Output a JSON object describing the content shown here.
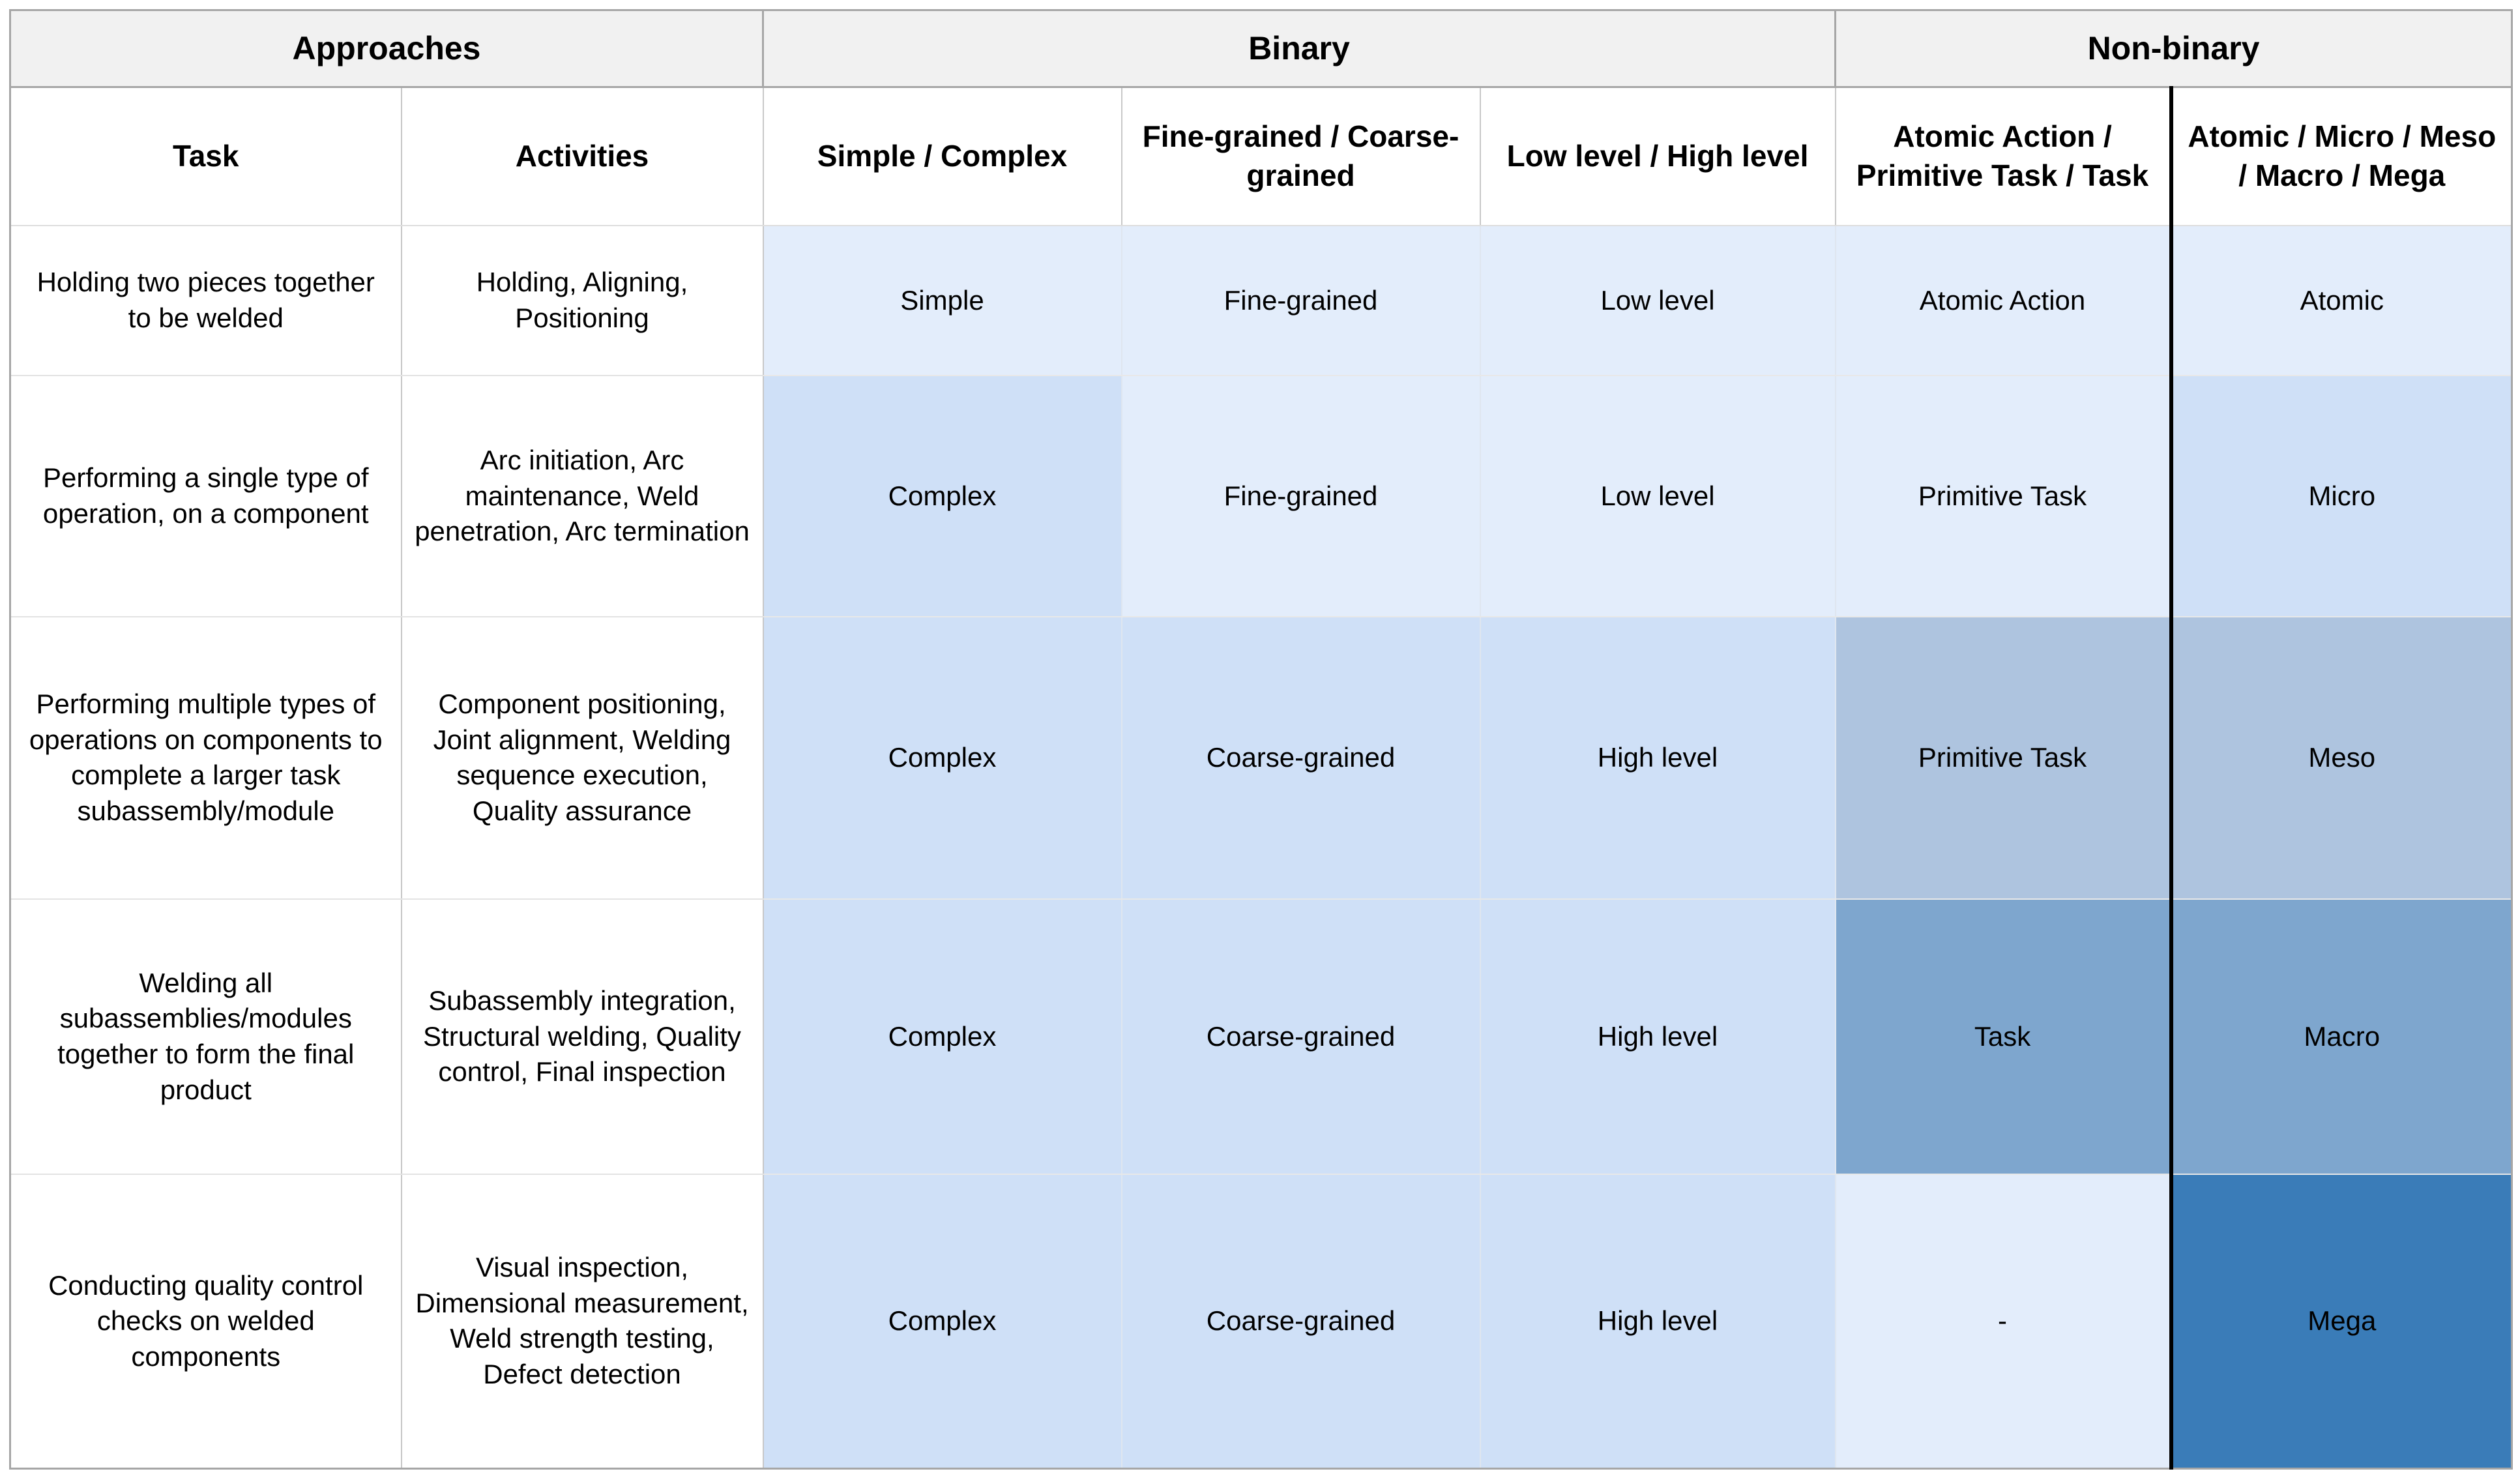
{
  "table": {
    "group_headers": [
      {
        "label": "Approaches",
        "span": 2
      },
      {
        "label": "Binary",
        "span": 3
      },
      {
        "label": "Non-binary",
        "span": 2
      }
    ],
    "columns": [
      "Task",
      "Activities",
      "Simple / Complex",
      "Fine-grained / Coarse-grained",
      "Low level / High level",
      "Atomic Action  / Primitive Task / Task",
      "Atomic / Micro / Meso / Macro / Mega"
    ],
    "rows": [
      {
        "task": "Holding two pieces together to be welded",
        "activities": "Holding, Aligning, Positioning",
        "simple_complex": "Simple",
        "grain": "Fine-grained",
        "level": "Low level",
        "atomic_primitive_task": "Atomic Action",
        "scale": "Atomic"
      },
      {
        "task": "Performing  a single type of operation, on a component",
        "activities": "Arc initiation, Arc maintenance, Weld penetration, Arc termination",
        "simple_complex": "Complex",
        "grain": "Fine-grained",
        "level": "Low level",
        "atomic_primitive_task": "Primitive Task",
        "scale": "Micro"
      },
      {
        "task": "Performing multiple types of operations on components to complete a larger task subassembly/module",
        "activities": "Component positioning, Joint alignment, Welding sequence execution, Quality assurance",
        "simple_complex": "Complex",
        "grain": "Coarse-grained",
        "level": "High level",
        "atomic_primitive_task": "Primitive Task",
        "scale": "Meso"
      },
      {
        "task": "Welding all subassemblies/modules together to form the final product",
        "activities": "Subassembly integration, Structural welding, Quality control, Final inspection",
        "simple_complex": "Complex",
        "grain": "Coarse-grained",
        "level": "High level",
        "atomic_primitive_task": "Task",
        "scale": "Macro"
      },
      {
        "task": "Conducting quality control checks on welded components",
        "activities": "Visual inspection, Dimensional measurement, Weld strength testing, Defect detection",
        "simple_complex": "Complex",
        "grain": "Coarse-grained",
        "level": "High level",
        "atomic_primitive_task": "-",
        "scale": "Mega"
      }
    ],
    "palette": {
      "white": "#ffffff",
      "shade1": "#e3edfb",
      "shade2": "#cfe0f7",
      "shade3": "#aec4df",
      "shade4": "#7ea6ce",
      "shade5": "#3a7cb8",
      "group_header_bg": "#f1f1f1",
      "border": "#a6a6a6",
      "divider": "#000000"
    }
  }
}
